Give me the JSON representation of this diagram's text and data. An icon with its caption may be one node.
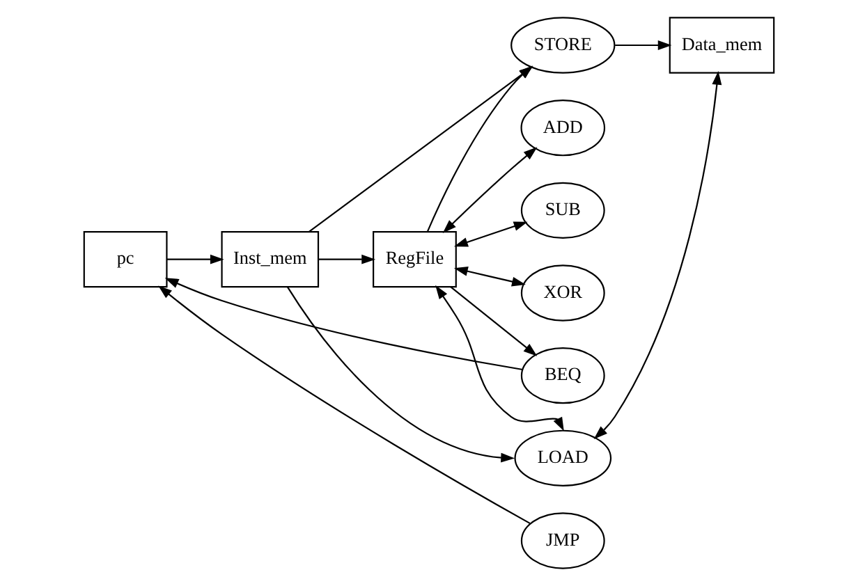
{
  "diagram": {
    "nodes": [
      {
        "text": [
          "pc"
        ]
      },
      {
        "text": [
          "Inst_mem"
        ]
      },
      {
        "text": [
          "RegFile"
        ]
      },
      {
        "text": [
          "STORE"
        ]
      },
      {
        "text": [
          "ADD"
        ]
      },
      {
        "text": [
          "SUB"
        ]
      },
      {
        "text": [
          "XOR"
        ]
      },
      {
        "text": [
          "LOAD"
        ]
      },
      {
        "text": [
          "BEQ"
        ]
      },
      {
        "text": [
          "JMP"
        ]
      },
      {
        "text": [
          "Data_mem"
        ]
      }
    ],
    "edges": [
      {
        "from": 0,
        "to": 1,
        "arrow": "to"
      },
      {
        "from": 1,
        "to": 3,
        "arrow": "to"
      },
      {
        "from": 1,
        "to": 2,
        "arrow": "to"
      },
      {
        "from": 1,
        "to": 7,
        "arrow": "to"
      },
      {
        "from": 2,
        "to": 3,
        "arrow": "to"
      },
      {
        "from": 2,
        "to": 4,
        "arrow": "both"
      },
      {
        "from": 2,
        "to": 5,
        "arrow": "both"
      },
      {
        "from": 2,
        "to": 6,
        "arrow": "both"
      },
      {
        "from": 2,
        "to": 7,
        "arrow": "both"
      },
      {
        "from": 2,
        "to": 8,
        "arrow": "to"
      },
      {
        "from": 3,
        "to": 10,
        "arrow": "to"
      },
      {
        "from": 10,
        "to": 7,
        "arrow": "both"
      },
      {
        "from": 8,
        "to": 0,
        "arrow": "to"
      },
      {
        "from": 9,
        "to": 0,
        "arrow": "to"
      }
    ]
  }
}
